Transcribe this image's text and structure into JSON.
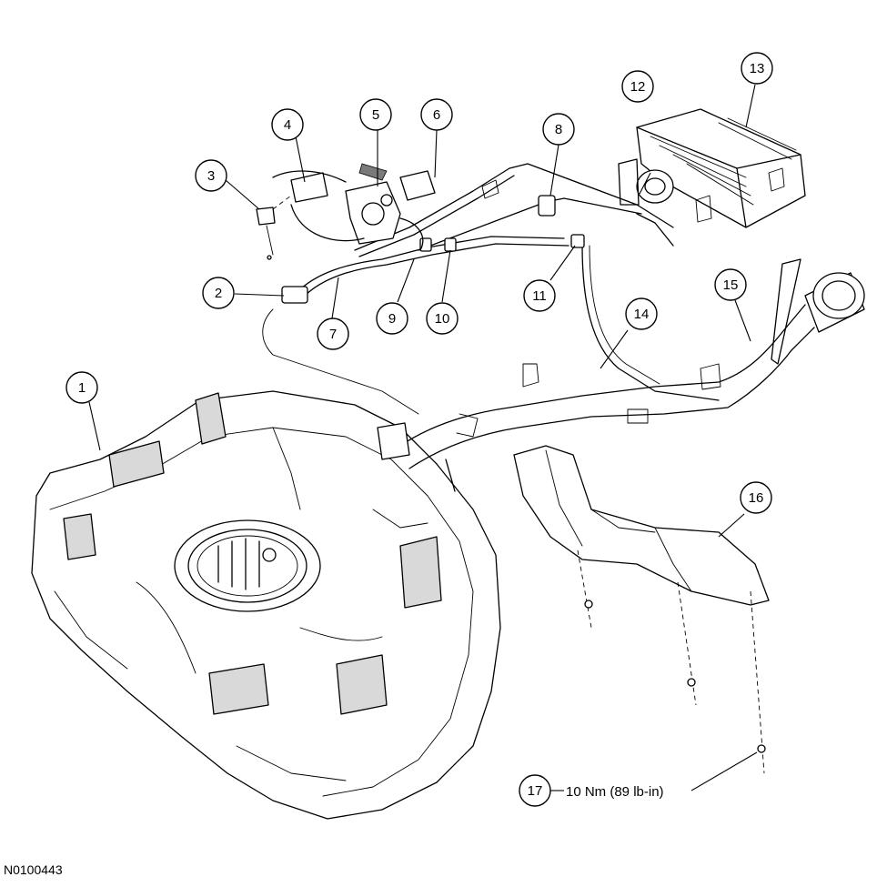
{
  "figure": {
    "id_label": "N0100443",
    "torque_spec": "10 Nm (89 lb-in)"
  },
  "callouts": [
    {
      "number": "1"
    },
    {
      "number": "2"
    },
    {
      "number": "3"
    },
    {
      "number": "4"
    },
    {
      "number": "5"
    },
    {
      "number": "6"
    },
    {
      "number": "7"
    },
    {
      "number": "8"
    },
    {
      "number": "9"
    },
    {
      "number": "10"
    },
    {
      "number": "11"
    },
    {
      "number": "12"
    },
    {
      "number": "13"
    },
    {
      "number": "14"
    },
    {
      "number": "15"
    },
    {
      "number": "16"
    },
    {
      "number": "17"
    }
  ]
}
